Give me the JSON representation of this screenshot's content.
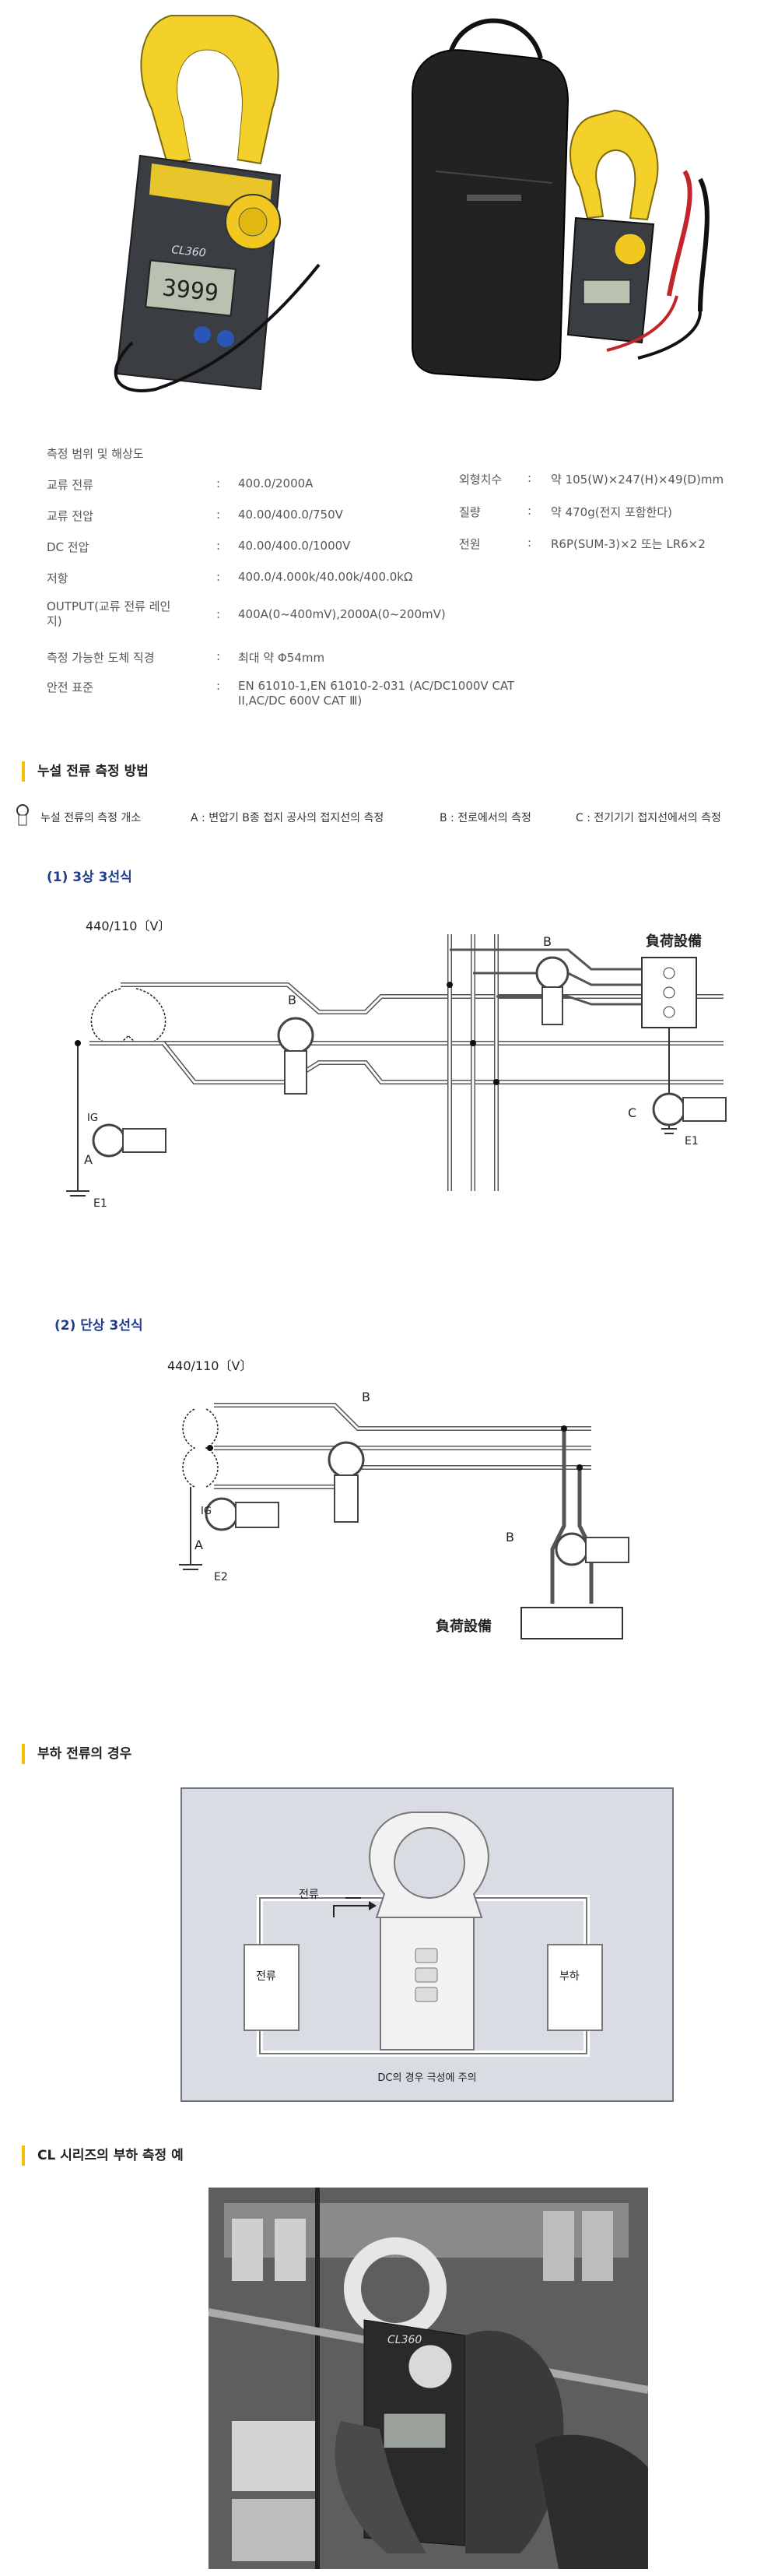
{
  "specs": {
    "title": "측정 범위 및 해상도",
    "left": [
      {
        "label": "교류 전류",
        "value": "400.0/2000A"
      },
      {
        "label": "교류 전압",
        "value": "40.00/400.0/750V"
      },
      {
        "label": "DC 전압",
        "value": "40.00/400.0/1000V"
      },
      {
        "label": "저항",
        "value": "400.0/4.000k/40.00k/400.0kΩ"
      },
      {
        "label": "OUTPUT(교류 전류 레인지)",
        "value": "400A(0~400mV),2000A(0~200mV)"
      },
      {
        "label": "측정 가능한 도체 직경",
        "value": "최대 약 Φ54mm"
      },
      {
        "label": "안전 표준",
        "value": "EN 61010-1,EN 61010-2-031 (AC/DC1000V CAT II,AC/DC 600V CAT Ⅲ)"
      }
    ],
    "right": [
      {
        "label": "외형치수",
        "value": "약 105(W)×247(H)×49(D)mm"
      },
      {
        "label": "질량",
        "value": "약 470g(전지 포함한다)"
      },
      {
        "label": "전원",
        "value": "R6P(SUM-3)×2 또는 LR6×2"
      }
    ],
    "sep": ":"
  },
  "leak": {
    "heading": "누설 전류 측정 방법",
    "legend": "누설 전류의 측정 개소",
    "a": "A : 변압기 B종 접지 공사의 접지선의 측정",
    "b": "B : 전로에서의 측정",
    "c": "C : 전기기기 접지선에서의 측정"
  },
  "diagram1": {
    "title": "(1) 3상 3선식",
    "voltage": "440/110〔V〕",
    "load": "負荷設備",
    "A": "A",
    "B1": "B",
    "B2": "B",
    "C": "C",
    "ig": "IG",
    "e1a": "E1",
    "e1b": "E1"
  },
  "diagram2": {
    "title": "(2) 단상 3선식",
    "voltage": "440/110〔V〕",
    "load": "負荷設備",
    "A": "A",
    "B1": "B",
    "B2": "B",
    "ig": "IG",
    "e2": "E2"
  },
  "loadCurrent": {
    "heading": "부하 전류의 경우",
    "current_label": "전류",
    "source_box": "전류",
    "load_box": "부하",
    "note": "DC의 경우 극성에 주의"
  },
  "example": {
    "heading": "CL 시리즈의 부하 측정 예",
    "meter_brand": "CL360"
  },
  "product": {
    "meter_brand": "CL360",
    "display": "3999"
  }
}
